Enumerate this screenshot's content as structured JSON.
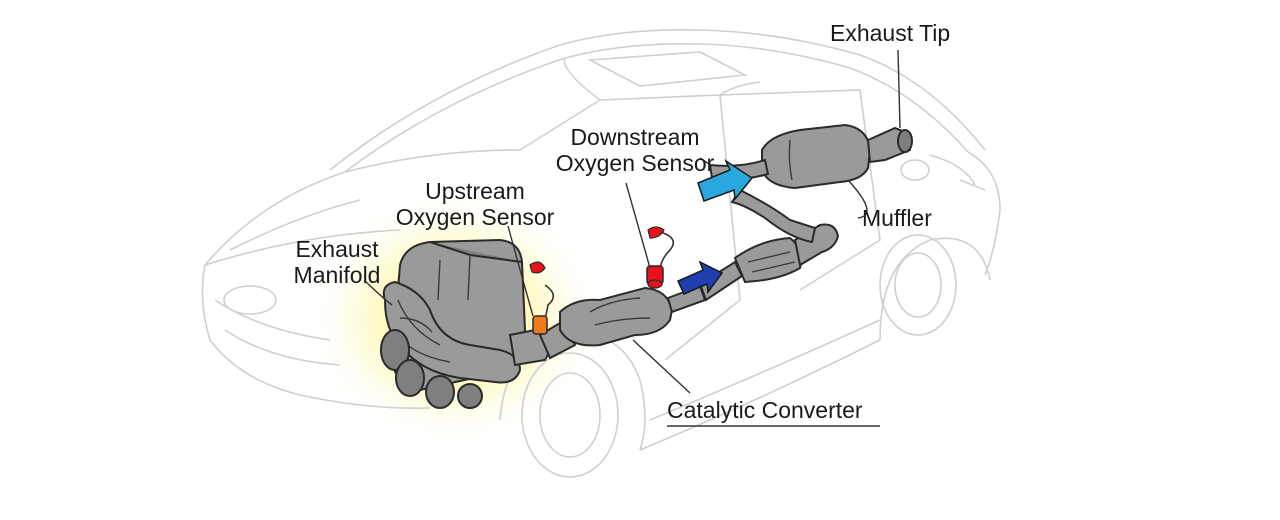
{
  "diagram": {
    "labels": {
      "exhaust_tip": "Exhaust Tip",
      "downstream_line1": "Downstream",
      "downstream_line2": "Oxygen Sensor",
      "upstream_line1": "Upstream",
      "upstream_line2": "Oxygen Sensor",
      "manifold_line1": "Exhaust",
      "manifold_line2": "Manifold",
      "muffler": "Muffler",
      "catalytic_converter": "Catalytic Converter"
    },
    "colors": {
      "sensor_red": "#e8121c",
      "sensor_orange": "#f07a1c",
      "arrow_light_blue": "#29a8e0",
      "arrow_dark_blue": "#1f3fb0",
      "manifold_glow": "#fff27a",
      "part_gray": "#9a9a9a",
      "car_outline": "#cfcfcf"
    },
    "icons": {
      "flow_arrow_front": "arrow-right-icon",
      "flow_arrow_rear": "arrow-right-icon"
    }
  }
}
